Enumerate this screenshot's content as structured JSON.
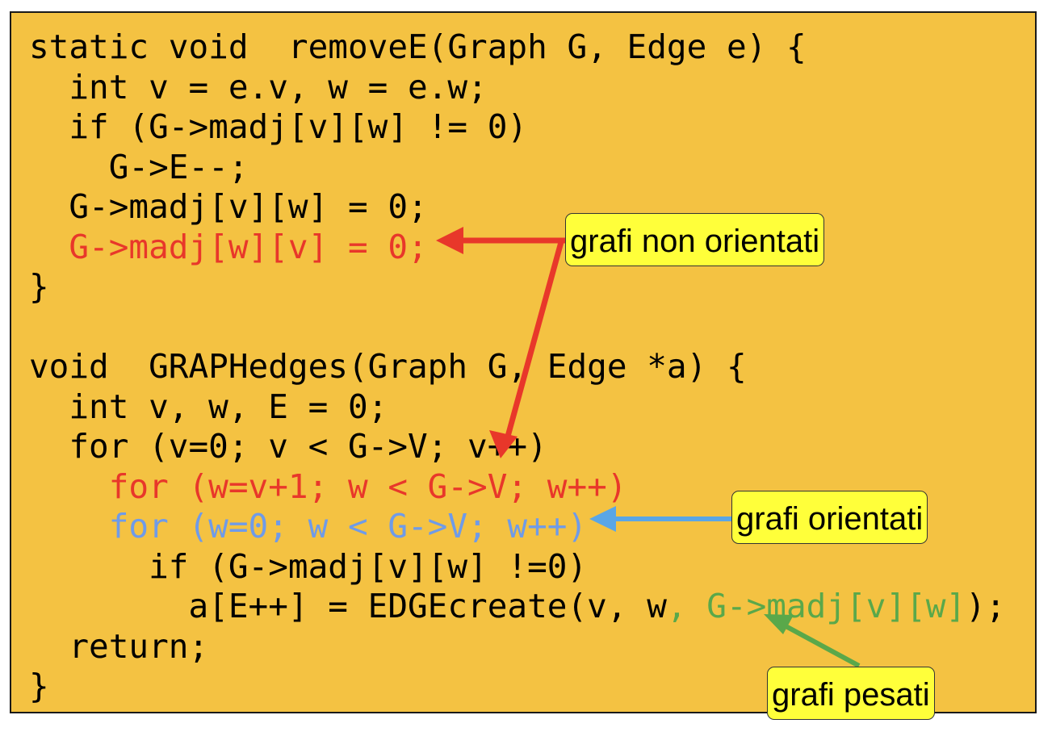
{
  "code_lines": [
    {
      "text": "static void  removeE(Graph G, Edge e) {",
      "pre": "",
      "hl": "",
      "post": ""
    },
    {
      "text": "  int v = e.v, w = e.w;",
      "pre": "",
      "hl": "",
      "post": ""
    },
    {
      "text": "  if (G->madj[v][w] != 0)",
      "pre": "",
      "hl": "",
      "post": ""
    },
    {
      "text": "    G->E--;",
      "pre": "",
      "hl": "",
      "post": ""
    },
    {
      "text": "  G->madj[v][w] = 0;",
      "pre": "",
      "hl": "",
      "post": ""
    },
    {
      "text": "  G->madj[w][v] = 0;",
      "pre": "",
      "hl": "",
      "post": ""
    },
    {
      "text": "}",
      "pre": "",
      "hl": "",
      "post": ""
    },
    {
      "text": " ",
      "pre": "",
      "hl": "",
      "post": ""
    },
    {
      "text": "void  GRAPHedges(Graph G, Edge *a) {",
      "pre": "",
      "hl": "",
      "post": ""
    },
    {
      "text": "  int v, w, E = 0;",
      "pre": "",
      "hl": "",
      "post": ""
    },
    {
      "text": "  for (v=0; v < G->V; v++)",
      "pre": "",
      "hl": "",
      "post": ""
    },
    {
      "text": "    for (w=v+1; w < G->V; w++)",
      "pre": "",
      "hl": "",
      "post": ""
    },
    {
      "text": "    for (w=0; w < G->V; w++)",
      "pre": "",
      "hl": "",
      "post": ""
    },
    {
      "text": "      if (G->madj[v][w] !=0)",
      "pre": "",
      "hl": "",
      "post": ""
    },
    {
      "text": "",
      "pre": "        a[E++] = EDGEcreate(v, w",
      "hl": ", G->madj[v][w]",
      "post": ");"
    },
    {
      "text": "  return;",
      "pre": "",
      "hl": "",
      "post": ""
    },
    {
      "text": "}",
      "pre": "",
      "hl": "",
      "post": ""
    }
  ],
  "callouts": {
    "non_oriented": "grafi non orientati",
    "oriented": "grafi orientati",
    "weighted": "grafi pesati"
  },
  "colors": {
    "background": "#f4c242",
    "code_text": "#000000",
    "undirected_highlight": "#e8372a",
    "directed_highlight": "#6f9be8",
    "weighted_highlight": "#5aa84a",
    "callout_fill": "#ffff3a"
  }
}
